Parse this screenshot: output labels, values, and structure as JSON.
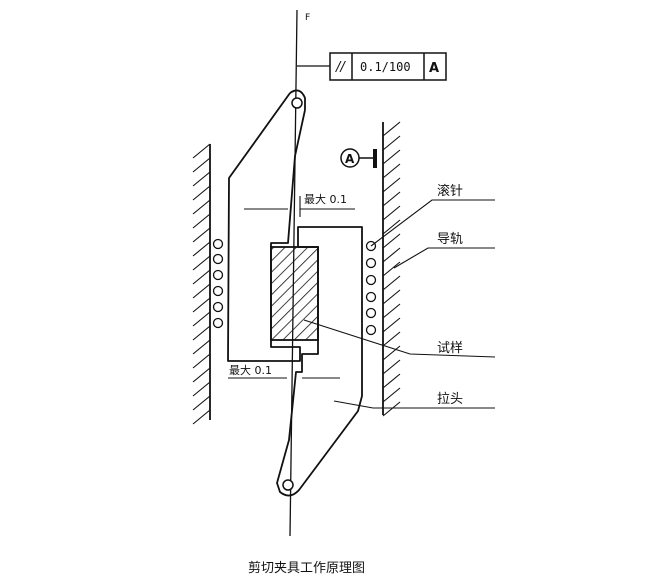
{
  "force_label": "F",
  "tolerance_frame": {
    "symbol": "//",
    "value": "0.1/100",
    "datum": "A"
  },
  "datum_marker": "A",
  "dimensions": {
    "upper_max": "最大 0.1",
    "lower_max": "最大 0.1"
  },
  "callouts": {
    "needle_roller": "滚针",
    "guide_rail": "导轨",
    "specimen": "试样",
    "grip": "拉头"
  },
  "caption": "剪切夹具工作原理图"
}
